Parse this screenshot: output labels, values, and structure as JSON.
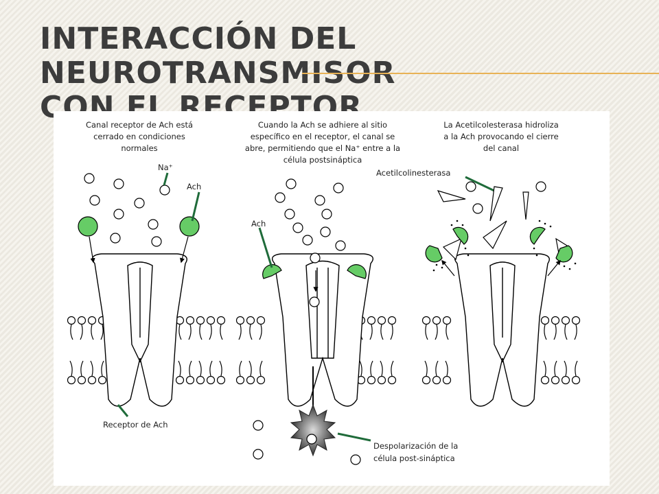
{
  "slide": {
    "title_line1": "Interacción del neurotransmisor",
    "title_line2": "con el receptor",
    "accent_color": "#e8b255"
  },
  "diagram": {
    "panel1": {
      "caption": [
        "Canal receptor de Ach está",
        "cerrado en condiciones",
        "normales"
      ],
      "label_na": "Na⁺",
      "label_ach": "Ach",
      "label_receptor": "Receptor de Ach"
    },
    "panel2": {
      "caption": [
        "Cuando la Ach se adhiere al sitio",
        "específico en el receptor, el canal se",
        "abre, permitiendo que el Na⁺ entre a la",
        "célula postsináptica"
      ],
      "label_ach": "Ach",
      "label_depolarization": [
        "Despolarización de la",
        "célula post-sináptica"
      ]
    },
    "panel3": {
      "caption": [
        "La Acetilcolesterasa hidroliza",
        "a la Ach provocando el cierre",
        "del canal"
      ],
      "label_enzyme": "Acetilcolinesterasa"
    },
    "colors": {
      "ach": "#66cc66",
      "pointer": "#1f6b3a",
      "burst": "#555555"
    }
  }
}
